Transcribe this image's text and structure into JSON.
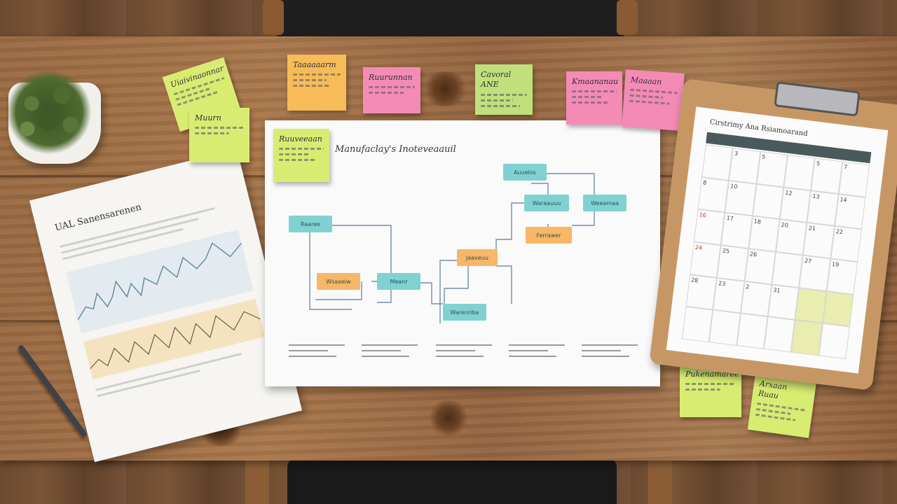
{
  "poster": {
    "title": "Manufaclay's Inoteveaauil",
    "nodes": [
      {
        "label": "Raaree"
      },
      {
        "label": "Wsaaeiw"
      },
      {
        "label": "Meanr"
      },
      {
        "label": "Warenriba"
      },
      {
        "label": "Jaaveuu"
      },
      {
        "label": "Ferrawer"
      },
      {
        "label": "Waraauuu"
      },
      {
        "label": "Auuelos"
      },
      {
        "label": "Weeamaa"
      }
    ]
  },
  "notes": {
    "top_left_1": "Uiaivinaonnar",
    "top_left_2": "Muurn",
    "orange_top": "Taaaaaarm",
    "pink_top_1": "Ruurunnan",
    "green_top": "Cavoral ANE",
    "pink_top_2": "Kmaananau",
    "pink_top_3": "Maaaan",
    "poster_note": "Ruuveeaan",
    "bottom_right_1": "Pukenamaree",
    "bottom_right_2": "Arxaan Ruau"
  },
  "document": {
    "title": "UAL Sanensarenen"
  },
  "calendar": {
    "title": "Cirstrimy Ana Rsiamoarand",
    "days": [
      "",
      "3",
      "5",
      "",
      "5",
      "7",
      "8",
      "10",
      "",
      "12",
      "13",
      "14",
      "16",
      "17",
      "18",
      "20",
      "21",
      "22",
      "24",
      "25",
      "26",
      "",
      "27",
      "19",
      "28",
      "23",
      "2",
      "31",
      "",
      "",
      "",
      "",
      "",
      "",
      "",
      ""
    ]
  },
  "colors": {
    "table_wood": "#a9774b",
    "sticky_yellow": "#d9ec72",
    "sticky_orange": "#f7bb58",
    "sticky_pink": "#f48bb5",
    "flow_teal": "#7fd2d1",
    "flow_orange": "#f7b766",
    "calendar_header": "#4a5a5c"
  }
}
